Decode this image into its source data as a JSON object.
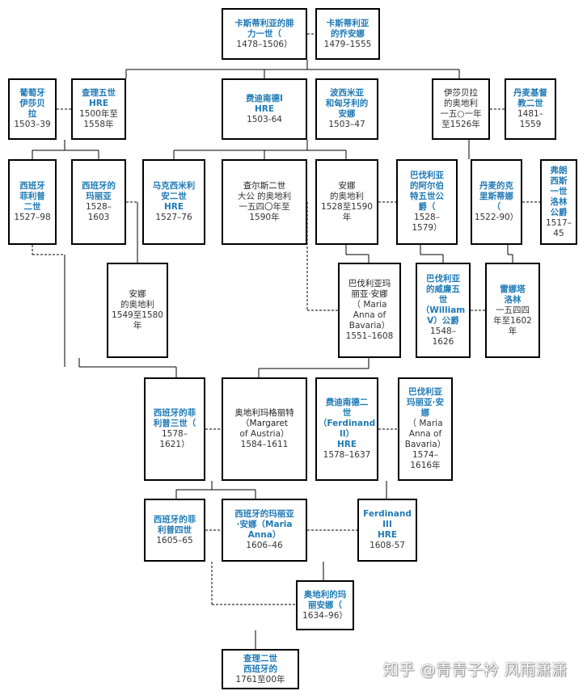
{
  "persons": [
    {
      "id": "ferdinand2",
      "name": "卡斯蒂利亚的腓\n力一世（",
      "sub": "1478–1506）"
    },
    {
      "id": "joanna",
      "name": "卡斯蒂利亚\n的乔安娜",
      "sub": "1479–1555"
    },
    {
      "id": "catherine",
      "name": "葡萄牙\n伊莎贝\n拉",
      "sub": "1503–39"
    },
    {
      "id": "charles5",
      "name": "查理五世\nHRE",
      "sub": "1500年至\n1558年"
    },
    {
      "id": "ferdinand1",
      "name": "费迪南德I\nHRE",
      "sub": "1503-64"
    },
    {
      "id": "anna_bh",
      "name": "波西米亚\n和匈牙利的\n安娜",
      "sub": "1503–47"
    },
    {
      "id": "isabella_a",
      "name": "伊莎贝拉",
      "sub": "的奥地利\n一五○一年\n至1526年"
    },
    {
      "id": "christian2",
      "name": "丹麦基督\n教二世",
      "sub": "1481–\n1559"
    },
    {
      "id": "philip2",
      "name": "西班牙\n菲利普\n二世",
      "sub": "1527–98"
    },
    {
      "id": "maria_sp",
      "name": "西班牙的\n玛丽亚",
      "sub": "1528–\n1603"
    },
    {
      "id": "max2",
      "name": "马克西米利\n安二世\nHRE",
      "sub": "1527–76"
    },
    {
      "id": "charles2",
      "name": "查尔斯二世",
      "sub": "大公 的奥地利\n一五四〇年至\n1590年"
    },
    {
      "id": "anna_a1",
      "name": "安娜",
      "sub": "的奥地利\n1528至1590\n年"
    },
    {
      "id": "albert5",
      "name": "巴伐利亚\n的阿尔伯\n特五世公\n爵（",
      "sub": "1528–\n1579）"
    },
    {
      "id": "christina",
      "name": "丹麦的克\n里斯蒂娜\n（",
      "sub": "1522-90）"
    },
    {
      "id": "francis1",
      "name": "弗朗\n西斯\n一世\n洛林\n公爵",
      "sub": "1517–\n45"
    },
    {
      "id": "anna_a2",
      "name": "安娜",
      "sub": "的奥地利\n1549至1580\n年"
    },
    {
      "id": "maria_anna_b",
      "name": "巴伐利亚玛\n丽亚·安娜",
      "sub": "（ Maria\nAnna of\nBavaria）\n1551–1608"
    },
    {
      "id": "william5",
      "name": "巴伐利亚\n的威廉五\n世\n（William\nV）公爵",
      "sub": "1548–\n1626"
    },
    {
      "id": "renata",
      "name": "雷娜塔\n洛林",
      "sub": "一五四四\n年至1602\n年"
    },
    {
      "id": "philip3",
      "name": "西班牙的菲\n利普三世（",
      "sub": "1578–\n1621）"
    },
    {
      "id": "margaret",
      "name": "奥地利玛格丽特\n（Margaret",
      "sub": "of Austria）\n1584–1611"
    },
    {
      "id": "ferdinand2_hre",
      "name": "费迪南德二\n世\n（Ferdinand\nII）\nHRE",
      "sub": "1578–1637"
    },
    {
      "id": "maria_anna_b2",
      "name": "巴伐利亚\n玛丽亚·安\n娜",
      "sub": "（ Maria\nAnna of\nBavaria）\n1574–\n1616年"
    },
    {
      "id": "philip4",
      "name": "西班牙的菲\n利普四世",
      "sub": "1605–65"
    },
    {
      "id": "maria_anna_sp",
      "name": "西班牙的玛丽亚\n·安娜（Maria\nAnna）",
      "sub": "1606–46"
    },
    {
      "id": "ferdinand3",
      "name": "Ferdinand\nIII\nHRE",
      "sub": "1608-57"
    },
    {
      "id": "mariana",
      "name": "奥地利的玛\n丽安娜（",
      "sub": "1634–96）"
    },
    {
      "id": "charles2_sp",
      "name": "查理二世\n西班牙的",
      "sub": "1761至00年"
    }
  ],
  "watermark": "知乎 @青青子衿 风雨潇潇",
  "colors": {
    "name": "#1f7ab5",
    "border": "#000000",
    "line": "#000000"
  }
}
